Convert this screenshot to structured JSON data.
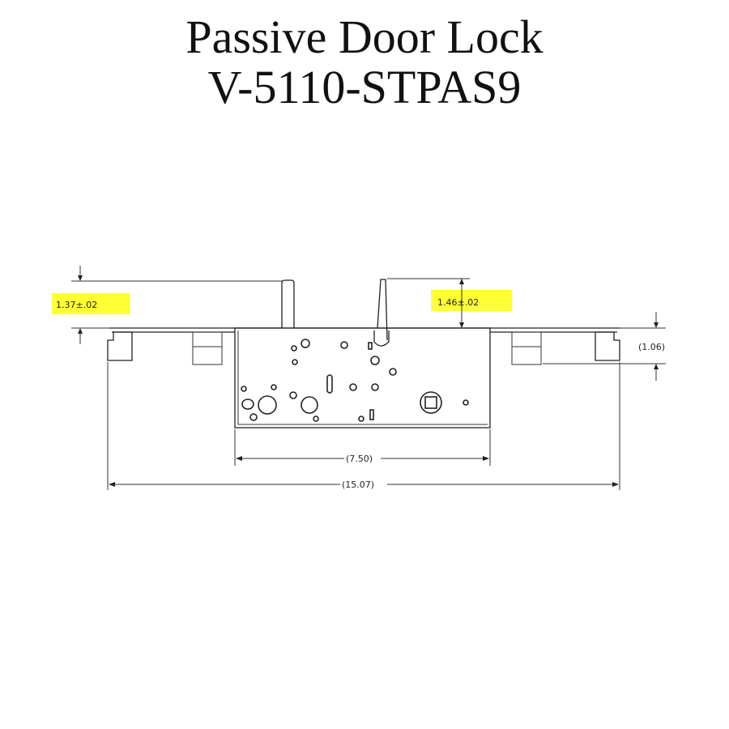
{
  "title": {
    "line1": "Passive Door Lock",
    "line2": "V-5110-STPAS9"
  },
  "dimensions": {
    "left_lever_height": "1.37±.02",
    "right_lever_height": "1.46±.02",
    "flange_depth": "(1.06)",
    "case_width": "(7.50)",
    "overall_length": "(15.07)"
  },
  "colors": {
    "highlight": "#ffff33",
    "line": "#222222"
  }
}
